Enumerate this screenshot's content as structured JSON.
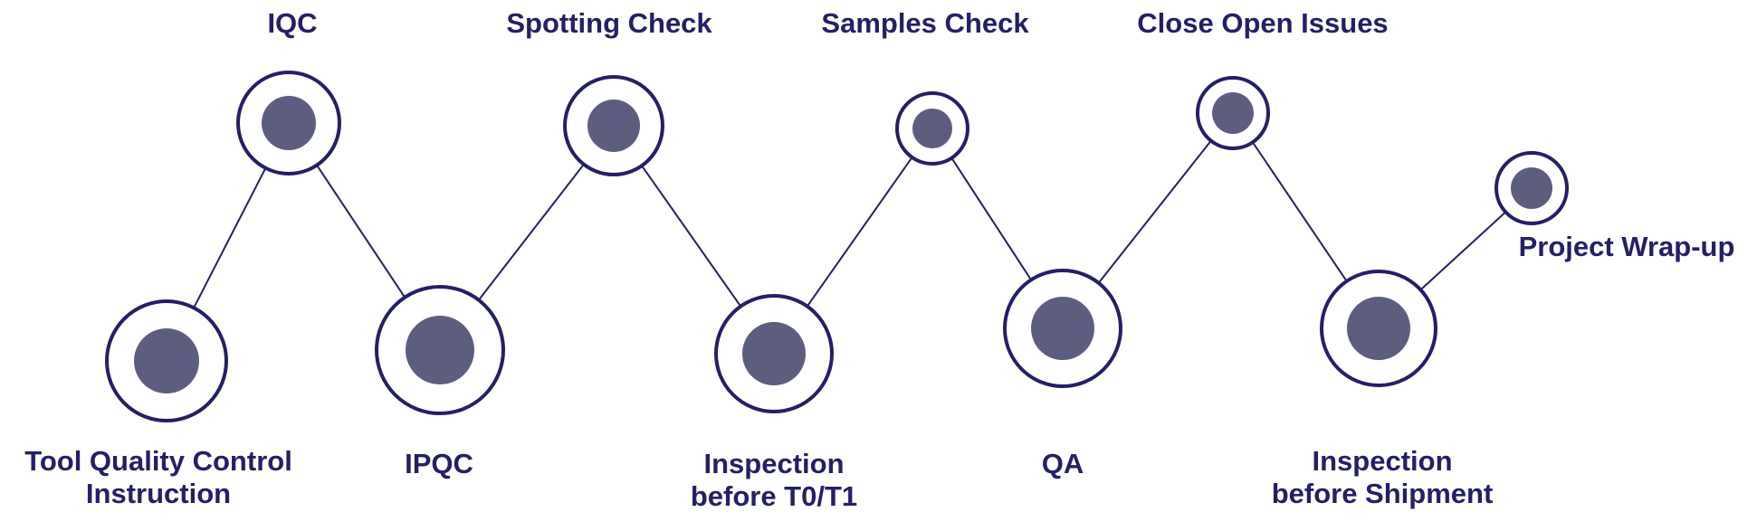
{
  "colors": {
    "line": "#232066",
    "dot": "#5d5d7f",
    "text": "#232066",
    "background": "#ffffff"
  },
  "steps": [
    {
      "id": "tool-quality-control-instruction",
      "label": "Tool Quality Control\nInstruction"
    },
    {
      "id": "iqc",
      "label": "IQC"
    },
    {
      "id": "ipqc",
      "label": "IPQC"
    },
    {
      "id": "spotting-check",
      "label": "Spotting Check"
    },
    {
      "id": "inspection-before-t0-t1",
      "label": "Inspection\nbefore T0/T1"
    },
    {
      "id": "samples-check",
      "label": "Samples Check"
    },
    {
      "id": "qa",
      "label": "QA"
    },
    {
      "id": "close-open-issues",
      "label": "Close Open Issues"
    },
    {
      "id": "inspection-before-shipment",
      "label": "Inspection\nbefore Shipment"
    },
    {
      "id": "project-wrap-up",
      "label": "Project Wrap-up"
    }
  ]
}
